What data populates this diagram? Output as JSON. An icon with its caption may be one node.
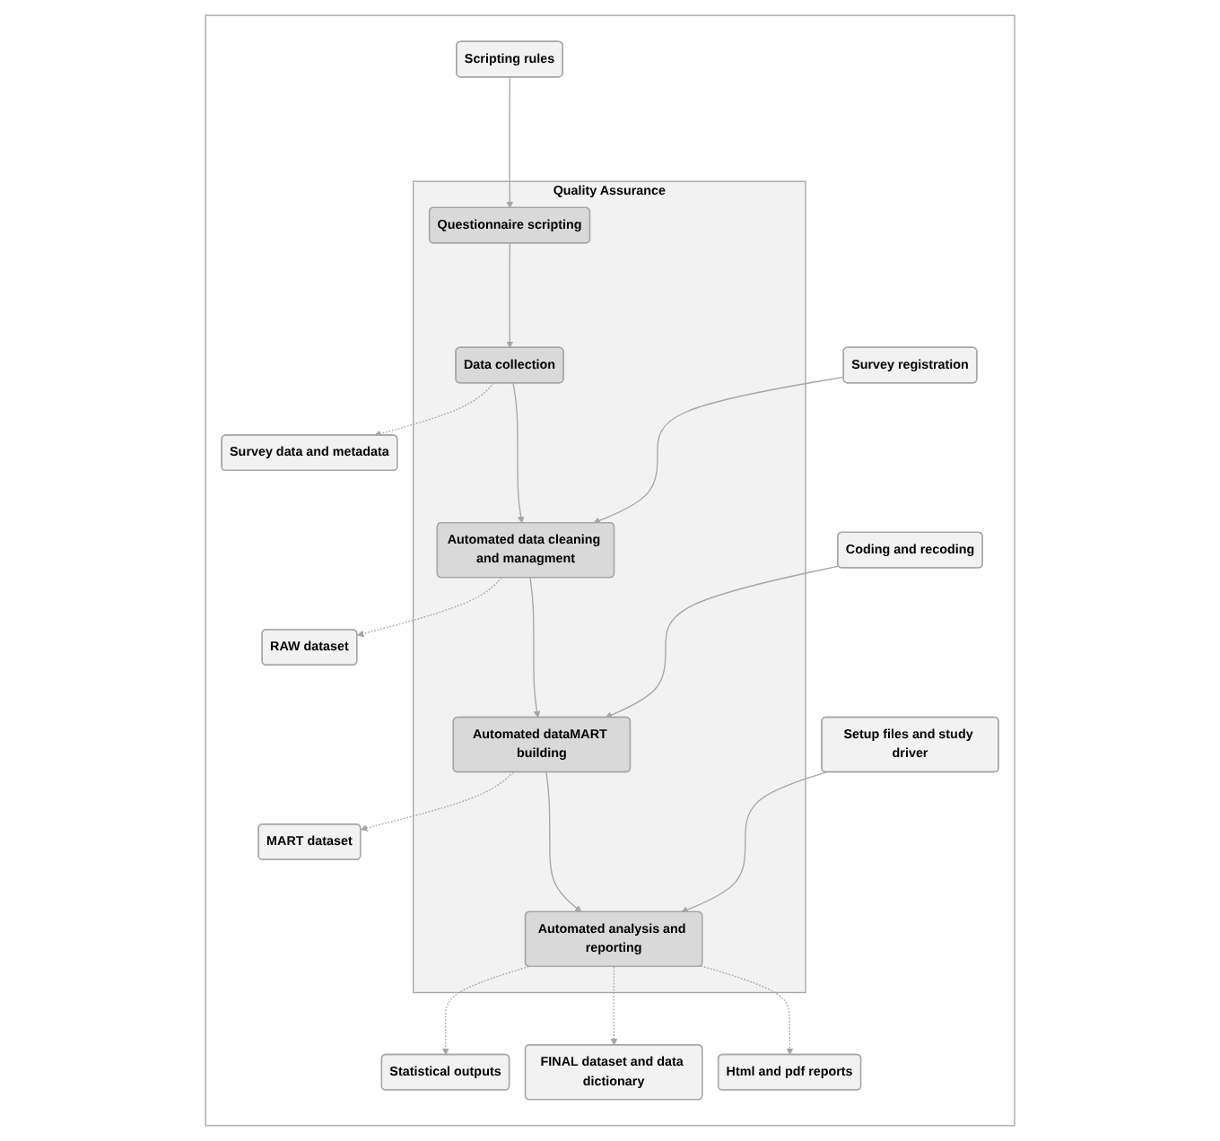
{
  "diagram": {
    "nodes": [
      {
        "text": [],
        "shape": "box"
      },
      {
        "text": [
          "Quality Assurance"
        ],
        "in": 0
      },
      {
        "text": [
          "Scripting rules"
        ],
        "in": 0
      },
      {
        "text": [
          "Questionnaire scripting"
        ],
        "in": 1
      },
      {
        "text": [
          "Data collection"
        ],
        "in": 1
      },
      {
        "text": [
          "Survey data and metadata"
        ],
        "in": 0
      },
      {
        "text": [
          "Survey registration"
        ],
        "in": 0
      },
      {
        "text": [
          "Automated data cleaning and managment"
        ],
        "in": 1
      },
      {
        "text": [
          "RAW dataset"
        ],
        "in": 0
      },
      {
        "text": [
          "Coding and recoding"
        ],
        "in": 0
      },
      {
        "text": [
          "Automated dataMART building"
        ],
        "in": 1
      },
      {
        "text": [
          "MART dataset"
        ],
        "in": 0
      },
      {
        "text": [
          "Statistical outputs"
        ],
        "in": 0
      },
      {
        "text": [
          "Setup files and study driver"
        ],
        "in": 0
      },
      {
        "text": [
          "Automated analysis and reporting"
        ],
        "in": 1
      },
      {
        "text": [
          "FINAL dataset and data dictionary"
        ],
        "in": 0
      },
      {
        "text": [
          "Html and pdf reports"
        ],
        "in": 0
      }
    ],
    "edges": [
      {
        "from": 2,
        "to": 3,
        "arrow": "to"
      },
      {
        "from": 3,
        "to": 4,
        "arrow": "to"
      },
      {
        "from": 4,
        "to": 5,
        "arrow": "to",
        "style": "dashed"
      },
      {
        "from": 4,
        "to": 7,
        "arrow": "to"
      },
      {
        "from": 6,
        "to": 7,
        "arrow": "to"
      },
      {
        "from": 7,
        "to": 8,
        "arrow": "to",
        "style": "dashed"
      },
      {
        "from": 7,
        "to": 10,
        "arrow": "to"
      },
      {
        "from": 9,
        "to": 10,
        "arrow": "to"
      },
      {
        "from": 10,
        "to": 11,
        "arrow": "to",
        "style": "dashed"
      },
      {
        "from": 10,
        "to": 14,
        "arrow": "to"
      },
      {
        "from": 14,
        "to": 12,
        "arrow": "to",
        "style": "dashed"
      },
      {
        "from": 13,
        "to": 14,
        "arrow": "to"
      },
      {
        "from": 14,
        "to": 15,
        "arrow": "to",
        "style": "dashed"
      },
      {
        "from": 14,
        "to": 16,
        "arrow": "to",
        "style": "dashed"
      }
    ]
  }
}
